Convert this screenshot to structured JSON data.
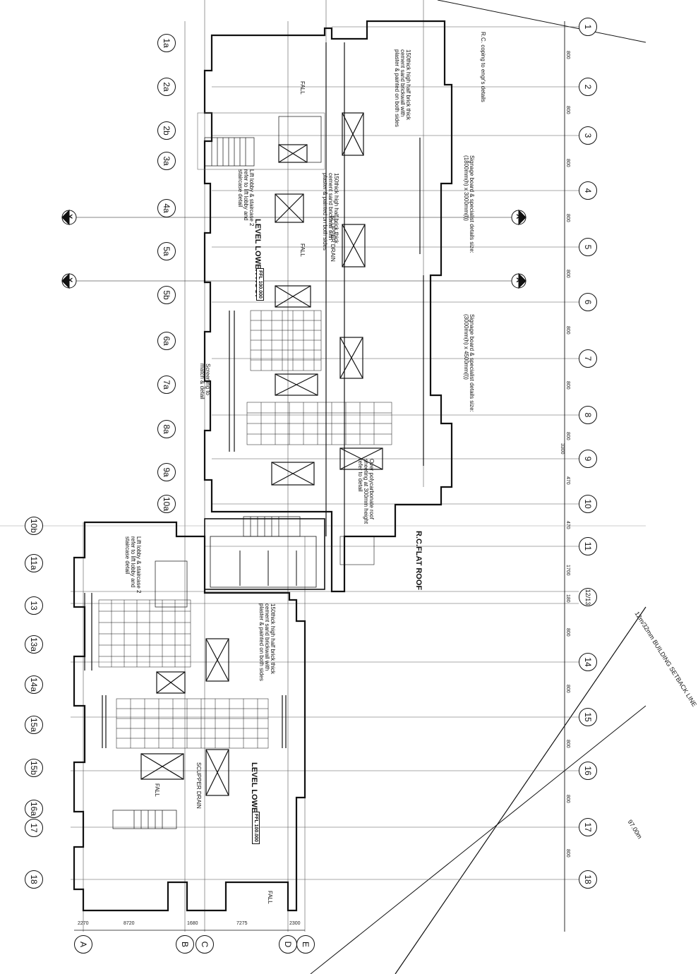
{
  "grid_right": [
    "1",
    "2",
    "3",
    "4",
    "5",
    "6",
    "7",
    "8",
    "9",
    "10",
    "11",
    "12/13",
    "14",
    "15",
    "16",
    "17",
    "18"
  ],
  "grid_left": [
    "1a",
    "2a",
    "2b",
    "3a",
    "4a",
    "5a",
    "5b",
    "6a",
    "7a",
    "8a",
    "9a",
    "10a",
    "10b",
    "11a",
    "13",
    "13a",
    "14a",
    "15a",
    "15b",
    "16a",
    "17",
    "18"
  ],
  "grid_letters": [
    "A",
    "B",
    "C",
    "D",
    "E"
  ],
  "section_marks": [
    "X",
    "X",
    "X",
    "X"
  ],
  "dims_right": [
    "800",
    "800",
    "800",
    "800",
    "800",
    "800",
    "800",
    "800",
    "470",
    "3300",
    "470",
    "1700",
    "180",
    "800",
    "800",
    "800",
    "800",
    "800"
  ],
  "dims_bottom": [
    "2270",
    "8720",
    "1680",
    "7275",
    "2300"
  ],
  "labels": {
    "rc_copings": "R.C. coping to engr's details",
    "parapet_top": "150thick high half brick thick cement sand brickwall with plaster & painted on both sides",
    "signage_board_1": "Signage board & specialist details size: (1800mm(h) x 3000mm(l))",
    "signage_board_2": "Signage board & specialist details size: (3000mm(h) x 4500mm(l))",
    "parapet_mid": "150thick high half brick thick cement sand brickwall with plaster & painted on both sides",
    "lift_lobby_1": "Lift lobby & staircase 2 refer to lift lobby and staircase detail",
    "lift_lobby_2": "Lift lobby & staircase 2 refer to lift lobby and staircase detail",
    "level_lower_roof_1": "LEVEL LOWER ROOF",
    "level_lower_roof_2": "LEVEL LOWER ROOF",
    "screening": "Screening to match & detail",
    "overflow": "Over polycarbonate roof sheeting at 300mm height refer to detail",
    "rc_flat_roof": "R.C.FLAT ROOF",
    "parapet_bottom": "150thick high half brick thick cement sand brickwall with plaster & painted on both sides",
    "setback": "12m/32mm BUILDING SETBACK LINE",
    "road": "97.00m",
    "fall": "FALL",
    "lvl": "FFL 100.000",
    "scupper": "SCUPPER DRAIN"
  }
}
